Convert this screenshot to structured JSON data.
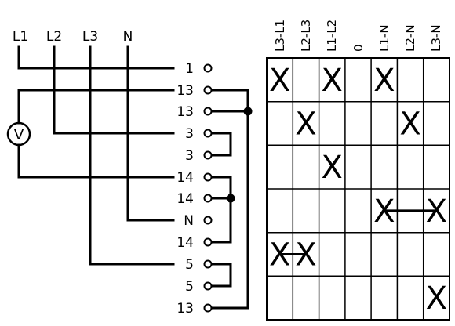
{
  "phases": [
    "L1",
    "L2",
    "L3",
    "N"
  ],
  "voltmeter_label": "V",
  "terminals": [
    "1",
    "13",
    "13",
    "3",
    "3",
    "14",
    "14",
    "N",
    "14",
    "5",
    "5",
    "13"
  ],
  "positions": [
    "L3-L1",
    "L2-L3",
    "L1-L2",
    "0",
    "L1-N",
    "L2-N",
    "L3-N"
  ],
  "contact_mark": "X",
  "contacts": [
    [
      1,
      0,
      1,
      0,
      1,
      0,
      0
    ],
    [
      0,
      1,
      0,
      0,
      0,
      1,
      0
    ],
    [
      0,
      0,
      1,
      0,
      0,
      0,
      0
    ],
    [
      0,
      0,
      0,
      0,
      1,
      0,
      1
    ],
    [
      1,
      1,
      0,
      0,
      0,
      0,
      0
    ],
    [
      0,
      0,
      0,
      0,
      0,
      0,
      1
    ]
  ],
  "bridges": [
    {
      "row": 3,
      "from_col": 4,
      "to_col": 6
    },
    {
      "row": 4,
      "from_col": 0,
      "to_col": 1
    }
  ]
}
